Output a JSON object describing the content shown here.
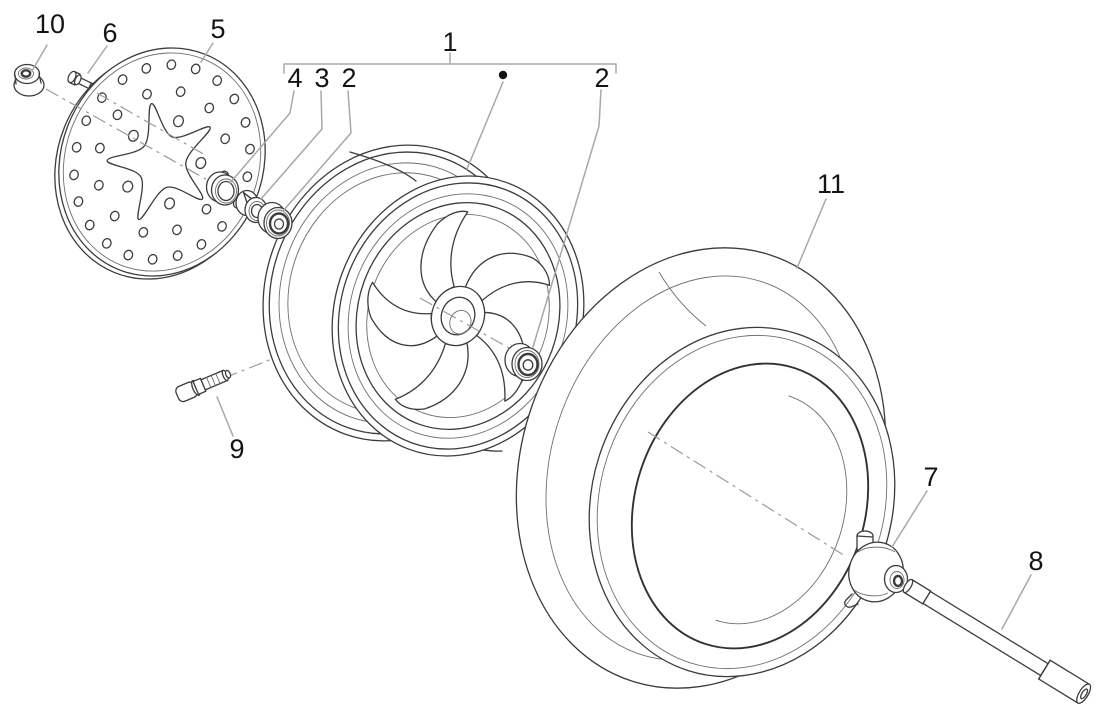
{
  "callouts": [
    {
      "text": "1"
    },
    {
      "text": "2"
    },
    {
      "text": "2"
    },
    {
      "text": "3"
    },
    {
      "text": "4"
    },
    {
      "text": "5"
    },
    {
      "text": "6"
    },
    {
      "text": "7"
    },
    {
      "text": "8"
    },
    {
      "text": "9"
    },
    {
      "text": "10"
    },
    {
      "text": "11"
    }
  ],
  "colors": {
    "background": "#ffffff",
    "line": "#3c3c3c",
    "leader": "#a8a8a8",
    "axis": "#9b9b9b",
    "label": "#141414"
  }
}
